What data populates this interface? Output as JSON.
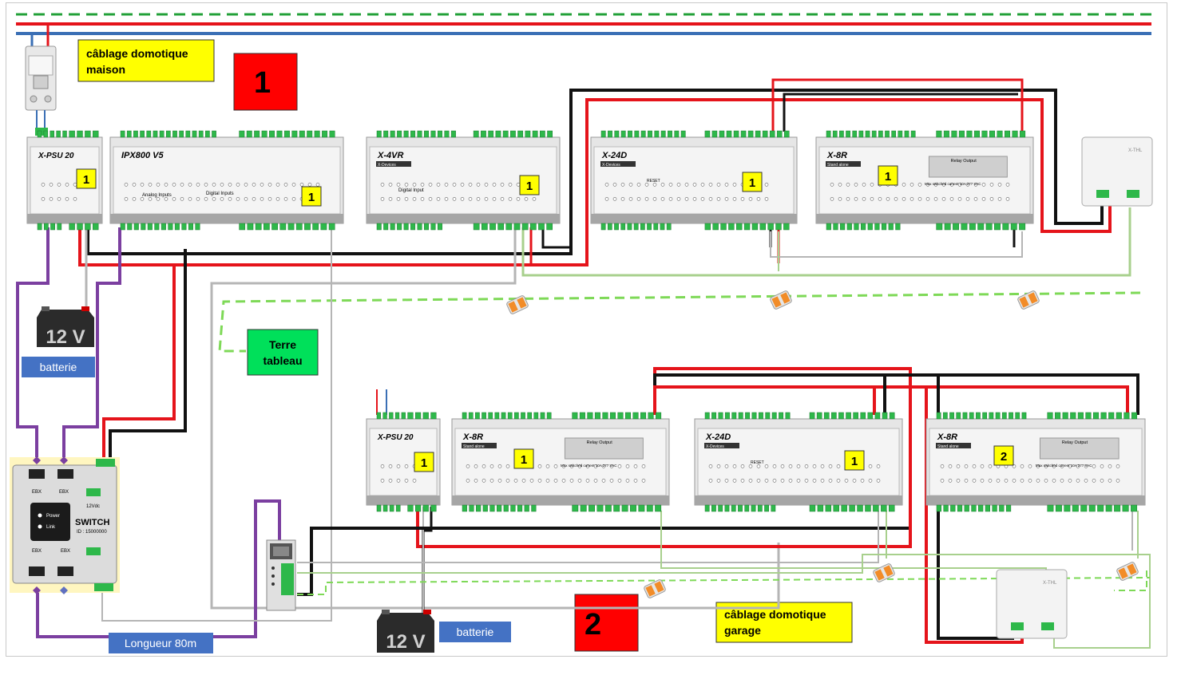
{
  "labels": {
    "house_wiring_line1": "câblage domotique",
    "house_wiring_line2": "maison",
    "garage_wiring_line1": "câblage domotique",
    "garage_wiring_line2": "garage",
    "zone1": "1",
    "zone2": "2",
    "earth_line1": "Terre",
    "earth_line2": "tableau",
    "battery1": "batterie",
    "battery2": "batterie",
    "length": "Longueur 80m",
    "battery_voltage": "12 V"
  },
  "modules_top": {
    "psu": {
      "title": "X-PSU 20",
      "badge": "1"
    },
    "ipx": {
      "title": "IPX800 V5",
      "analog": "Analog Inputs",
      "digital": "Digital Inputs",
      "badge": "1"
    },
    "x4vr": {
      "title": "X-4VR",
      "sub": "X-Devices",
      "digital": "Digital Input",
      "badge": "1"
    },
    "x24d": {
      "title": "X-24D",
      "sub": "X-Devices",
      "reset": "RESET",
      "badge": "1"
    },
    "x8r": {
      "title": "X-8R",
      "sub": "Stand alone",
      "relay": "Relay Output",
      "max": "Max switched current 10A 277 VAC",
      "badge": "1"
    },
    "xthl": {
      "title": "X-THL"
    }
  },
  "modules_bottom": {
    "psu": {
      "title": "X-PSU 20",
      "badge": "1"
    },
    "x8r_a": {
      "title": "X-8R",
      "sub": "Stand alone",
      "relay": "Relay Output",
      "max": "Max switched current 10A 277 VAC",
      "badge": "1"
    },
    "x24d": {
      "title": "X-24D",
      "sub": "X-Devices",
      "reset": "RESET",
      "badge": "1"
    },
    "x8r_b": {
      "title": "X-8R",
      "sub": "Stand alone",
      "relay": "Relay Output",
      "max": "Max switched current 10A 277 VAC",
      "badge": "2"
    },
    "xthl": {
      "title": "X-THL"
    }
  },
  "switch": {
    "title": "SWITCH",
    "id": "ID : 15000000",
    "power": "Power",
    "link": "Link",
    "ebx": "EBX",
    "voltage": "12Vdc"
  },
  "colors": {
    "red": "#e5141b",
    "black": "#111111",
    "blue": "#3a6fb5",
    "green_bus": "#22a038",
    "dashed_green": "#7ed957",
    "purple": "#7b3fa0",
    "grey_wire": "#b5b5b5",
    "light_green_wire": "#a8d08d",
    "yellow_label": "#ffff00",
    "zone_red": "#ff0000",
    "earth_green": "#00e05a",
    "battery_label": "#4472c4",
    "module_grey": "#d9d9d9",
    "connector_green": "#2eb84a"
  },
  "icons": [
    "breaker-icon",
    "battery-icon",
    "wago-connector-icon",
    "rj45-icon",
    "switch-icon"
  ]
}
